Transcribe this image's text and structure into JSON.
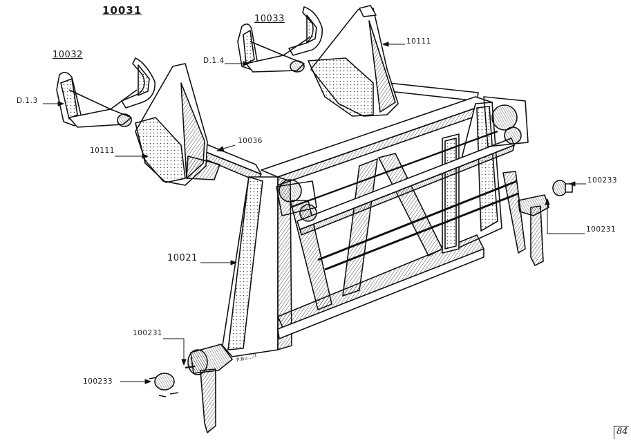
{
  "title": "10031",
  "labels": {
    "seat_left": "10032",
    "seat_right": "10033",
    "lever_left": "D.1.3",
    "lever_right": "D.1.4",
    "bracket_left": "10111",
    "bracket_right": "10111",
    "crossbar": "10036",
    "frame": "10021",
    "bearing_left": "100231",
    "bearing_right": "100231",
    "cap_left": "100233",
    "cap_right": "100233"
  },
  "page_number": "84",
  "signature": "P.Bu...ll"
}
